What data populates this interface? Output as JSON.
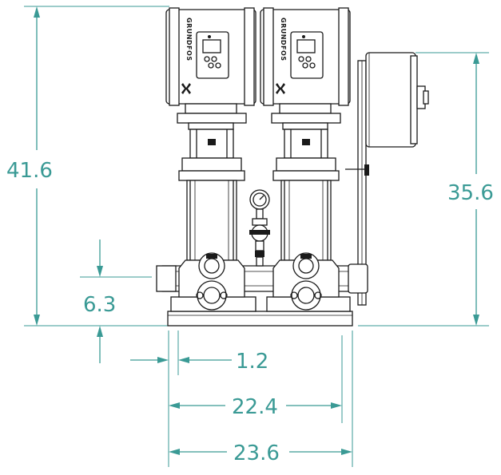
{
  "drawing": {
    "dimensions": {
      "overall_height": "41.6",
      "tank_height": "35.6",
      "base_height": "6.3",
      "offset": "1.2",
      "inner_width": "22.4",
      "overall_width": "23.6"
    },
    "brand_text": "GRUNDFOS",
    "colors": {
      "dimension": "#3a9a95",
      "linework": "#1a1a1a",
      "background": "#ffffff"
    }
  }
}
